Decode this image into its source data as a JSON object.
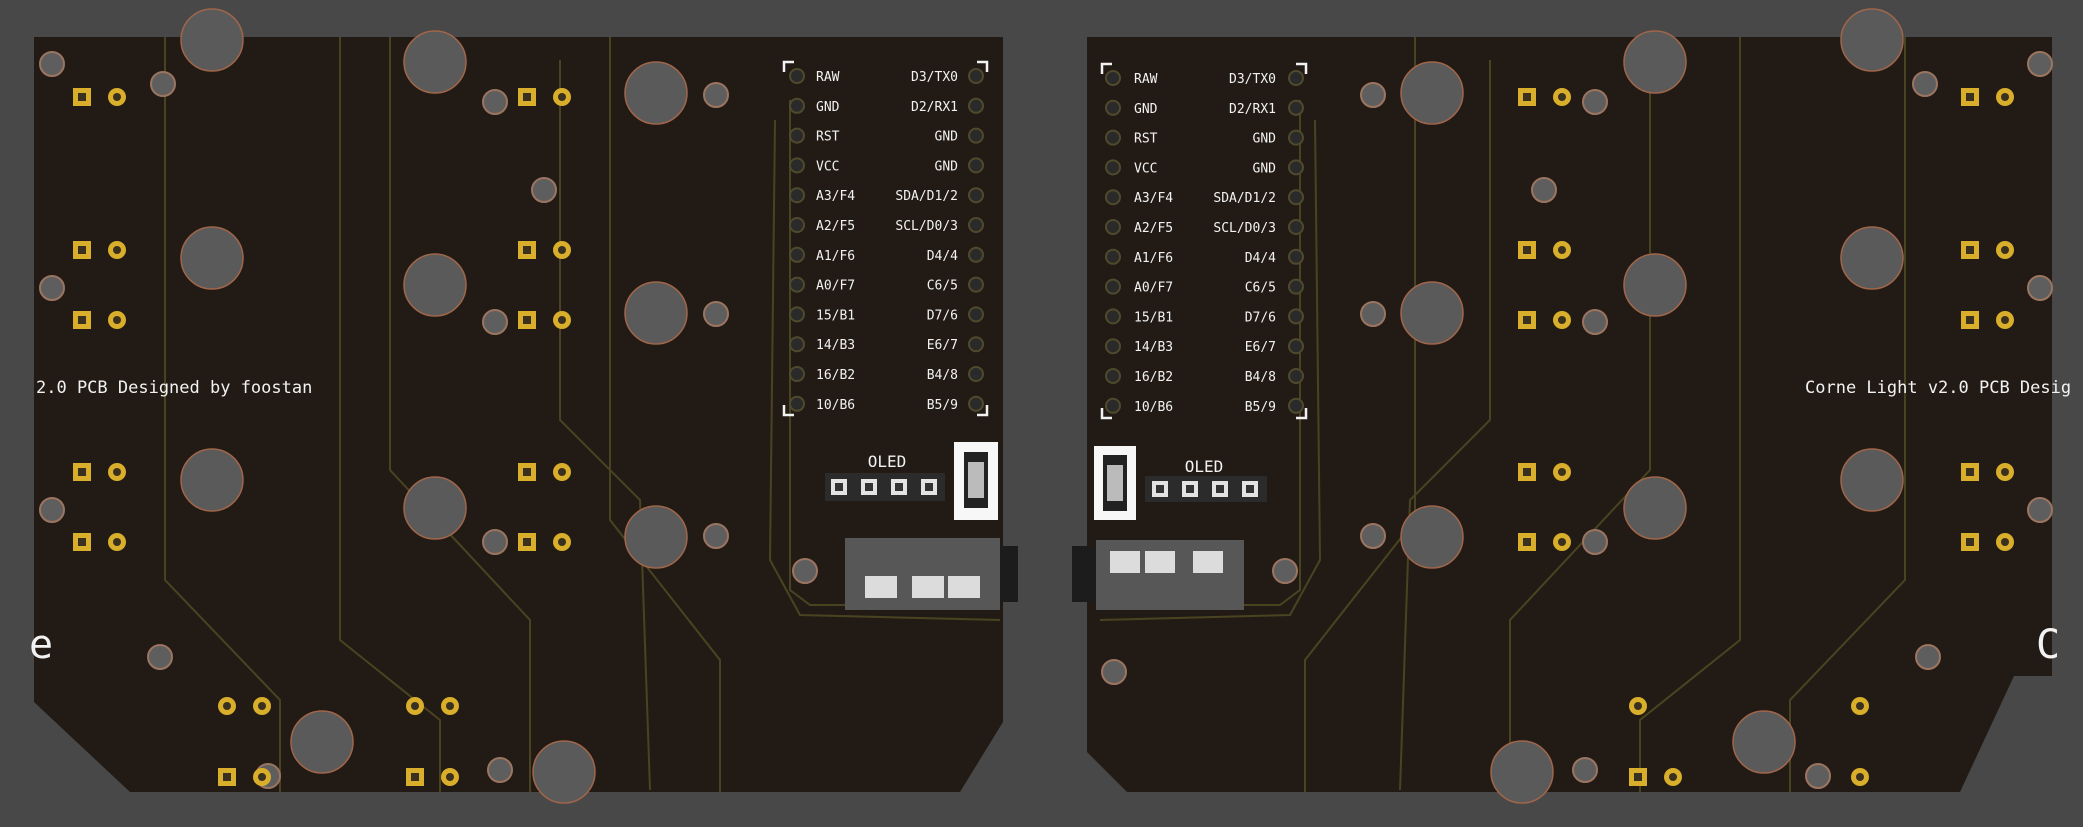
{
  "viewer": {
    "background": "#484848"
  },
  "board": {
    "substrate_color": "#221b15",
    "trace_color": "#4a4321",
    "pad_color": "#d8ae2a",
    "silkscreen_color": "#f2f2f2"
  },
  "left_half": {
    "credit_text": "2.0 PCB Designed by foostan",
    "edge_letter": "e",
    "oled_label": "OLED",
    "pins_left": [
      "RAW",
      "GND",
      "RST",
      "VCC",
      "A3/F4",
      "A2/F5",
      "A1/F6",
      "A0/F7",
      "15/B1",
      "14/B3",
      "16/B2",
      "10/B6"
    ],
    "pins_right": [
      "D3/TX0",
      "D2/RX1",
      "GND",
      "GND",
      "SDA/D1/2",
      "SCL/D0/3",
      "D4/4",
      "C6/5",
      "D7/6",
      "E6/7",
      "B4/8",
      "B5/9"
    ]
  },
  "right_half": {
    "credit_text": "Corne Light v2.0 PCB Desig",
    "edge_letter": "C",
    "oled_label": "OLED",
    "pins_left": [
      "RAW",
      "GND",
      "RST",
      "VCC",
      "A3/F4",
      "A2/F5",
      "A1/F6",
      "A0/F7",
      "15/B1",
      "14/B3",
      "16/B2",
      "10/B6"
    ],
    "pins_right": [
      "D3/TX0",
      "D2/RX1",
      "GND",
      "GND",
      "SDA/D1/2",
      "SCL/D0/3",
      "D4/4",
      "C6/5",
      "D7/6",
      "E6/7",
      "B4/8",
      "B5/9"
    ]
  }
}
